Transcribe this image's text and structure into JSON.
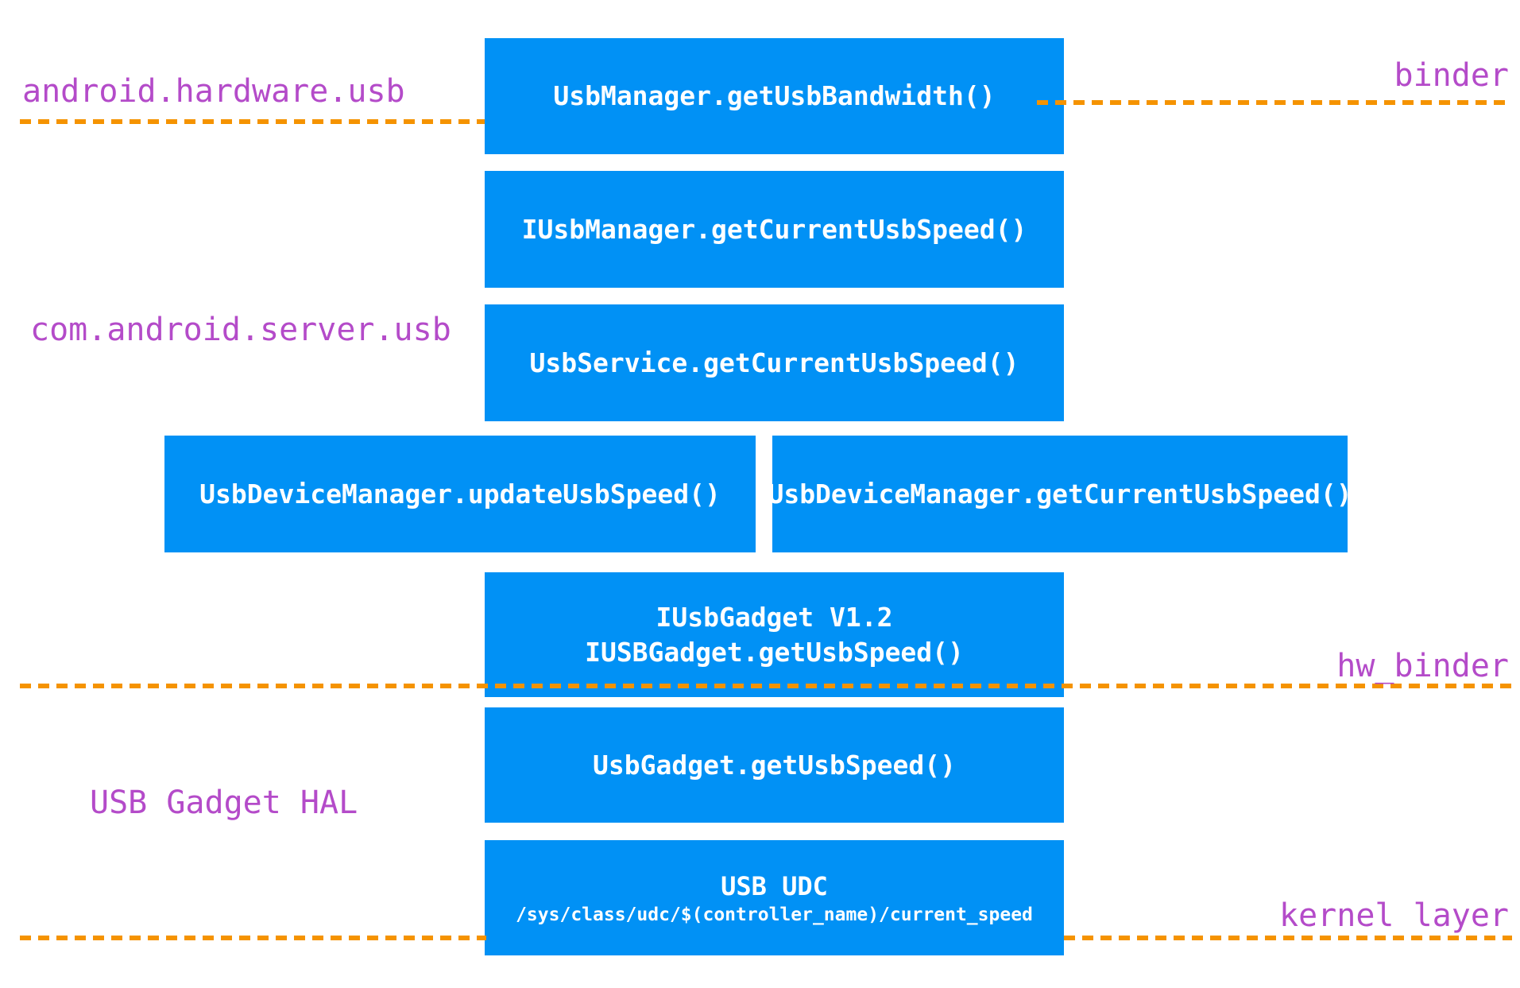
{
  "colors": {
    "box_blue": "#0191f5",
    "dash_orange": "#f59300",
    "label_purple": "#b44bc9",
    "box_text": "#ffffff"
  },
  "layer_labels": {
    "android_hardware_usb": "android.hardware.usb",
    "binder": "binder",
    "com_android_server_usb": "com.android.server.usb",
    "hw_binder": "hw_binder",
    "usb_gadget_hal": "USB Gadget HAL",
    "kernel_layer": "kernel layer"
  },
  "nodes": {
    "usb_manager": "UsbManager.getUsbBandwidth()",
    "iusb_manager": "IUsbManager.getCurrentUsbSpeed()",
    "usb_service": "UsbService.getCurrentUsbSpeed()",
    "usb_device_manager_update": "UsbDeviceManager.updateUsbSpeed()",
    "usb_device_manager_get": "UsbDeviceManager.getCurrentUsbSpeed()",
    "iusb_gadget_line1": "IUsbGadget V1.2",
    "iusb_gadget_line2": "IUSBGadget.getUsbSpeed()",
    "usb_gadget": "UsbGadget.getUsbSpeed()",
    "usb_udc_title": "USB UDC",
    "usb_udc_path": "/sys/class/udc/$(controller_name)/current_speed"
  }
}
